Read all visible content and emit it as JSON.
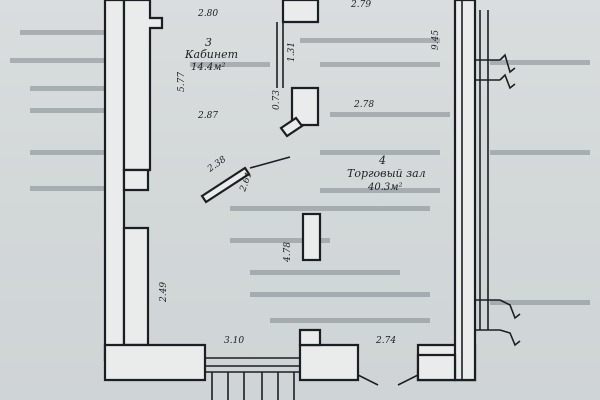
{
  "rooms": {
    "cabinet": {
      "number": "3",
      "name": "Кабинет",
      "area": "14.4м²"
    },
    "sales_hall": {
      "number": "4",
      "name": "Торговый зал",
      "area": "40.3м²"
    }
  },
  "dimensions": {
    "d280": "2.80",
    "d279": "2.79",
    "d131": "1.31",
    "d945": "9.45",
    "d577": "5.77",
    "d073": "0.73",
    "d287": "2.87",
    "d278": "2.78",
    "d238": "2.38",
    "d261": "2.61",
    "d478": "4.78",
    "d249": "2.49",
    "d310": "3.10",
    "d274": "2.74"
  },
  "colors": {
    "paper": "#d7dbdc",
    "wall_fill": "#e9eceb",
    "ink": "#1c1f22"
  }
}
